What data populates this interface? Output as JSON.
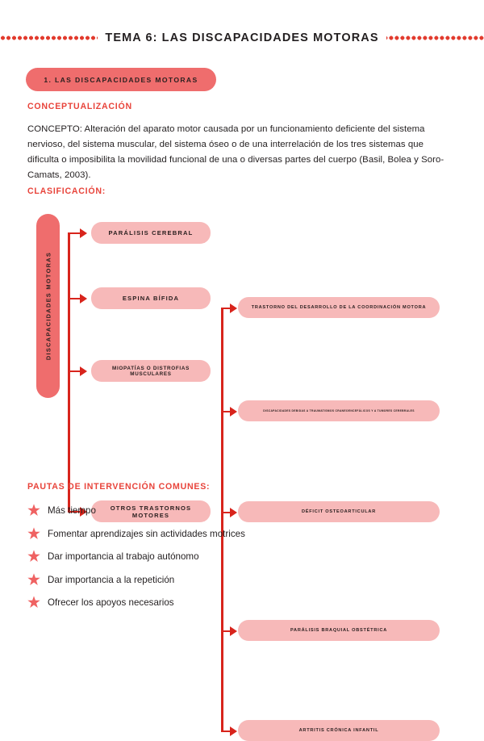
{
  "header": {
    "title": "TEMA 6: LAS DISCAPACIDADES MOTORAS",
    "dots_color": "#e23b2e"
  },
  "section": {
    "pill_label": "1. LAS DISCAPACIDADES MOTORAS",
    "pill_color": "#ef6d6d"
  },
  "headings": {
    "conceptualizacion": "CONCEPTUALIZACIÓN",
    "clasificacion": "CLASIFICACIÓN:",
    "pautas": "PAUTAS DE INTERVENCIÓN COMUNES:",
    "color": "#e8443b"
  },
  "concept": {
    "paragraph": "CONCEPTO: Alteración del aparato motor causada por un funcionamiento deficiente del sistema nervioso, del sistema muscular, del sistema óseo o de una interrelación de los tres sistemas que dificulta o imposibilita la movilidad funcional de una o diversas partes del cuerpo (Basil, Bolea y Soro-Camats, 2003)."
  },
  "diagram": {
    "root_label": "DISCAPACIDADES MOTORAS",
    "root_color": "#ef6d6d",
    "node_color": "#f7b9b9",
    "connector_color": "#d8241c",
    "level1": [
      {
        "label": "PARÁLISIS CEREBRAL"
      },
      {
        "label": "ESPINA BÍFIDA"
      },
      {
        "label": "MIOPATÍAS O DISTROFIAS MUSCULARES"
      },
      {
        "label": "OTROS TRASTORNOS MOTORES"
      }
    ],
    "level2": [
      {
        "label": "TRASTORNO DEL DESARROLLO DE LA COORDINACIÓN MOTORA"
      },
      {
        "label": "DISCAPACIDADES DEBIDAS A TRAUMATISMOS CRANEOENCEFÁLICOS Y A TUMORES CEREBRALES"
      },
      {
        "label": "DÉFICIT OSTEOARTICULAR"
      },
      {
        "label": "PARÁLISIS BRAQUIAL OBSTÉTRICA"
      },
      {
        "label": "ARTRITIS CRÓNICA INFANTIL"
      }
    ]
  },
  "pautas": {
    "star_color": "#ef6262",
    "items": [
      {
        "label": "Más tiempo"
      },
      {
        "label": "Fomentar aprendizajes sin actividades motrices"
      },
      {
        "label": "Dar importancia al trabajo autónomo"
      },
      {
        "label": "Dar importancia a la repetición"
      },
      {
        "label": "Ofrecer los apoyos necesarios"
      }
    ]
  }
}
